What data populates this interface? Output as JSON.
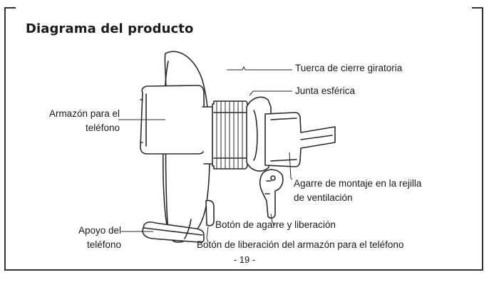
{
  "document": {
    "title": "Diagrama del producto",
    "page_number": "- 19 -"
  },
  "callouts": {
    "rotating_nut": "Tuerca de cierre giratoria",
    "ball_joint": "Junta esférica",
    "phone_cradle_line1": "Armazón para el",
    "phone_cradle_line2": "teléfono",
    "vent_clip_line1": "Agarre de montaje en la rejilla",
    "vent_clip_line2": "de ventilación",
    "grip_release_button": "Botón de agarre y liberación",
    "phone_support_line1": "Apoyo del",
    "phone_support_line2": "teléfono",
    "cradle_release_button": "Botón de liberación del armazón para el teléfono"
  },
  "colors": {
    "line": "#2a2a2a",
    "fill": "#ffffff"
  }
}
